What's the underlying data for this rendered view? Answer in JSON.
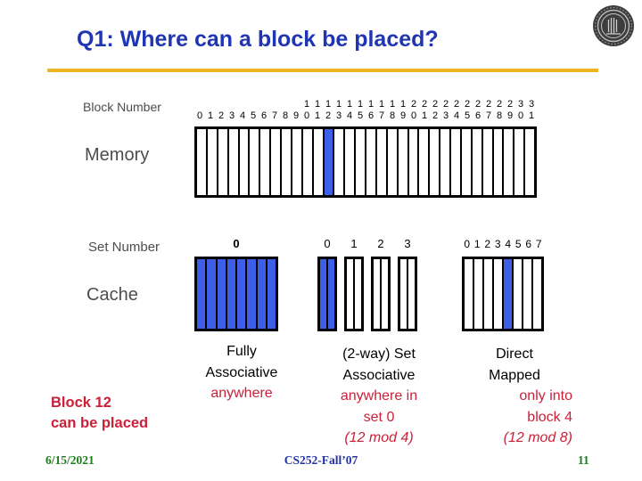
{
  "slide": {
    "title": "Q1: Where can a block be placed?",
    "footer": {
      "date": "6/15/2021",
      "course": "CS252-Fall’07",
      "page": "11"
    }
  },
  "labels": {
    "block_number": "Block Number",
    "memory": "Memory",
    "set_number": "Set Number",
    "cache": "Cache"
  },
  "annotation": {
    "line1": "Block 12",
    "line2": "can be placed"
  },
  "memory": {
    "num_blocks": 32,
    "highlighted_blocks": [
      12
    ]
  },
  "caches": {
    "fully_associative": {
      "set_labels": [
        "0"
      ],
      "num_cells": 8,
      "highlighted_cells": [
        0,
        1,
        2,
        3,
        4,
        5,
        6,
        7
      ]
    },
    "two_way_set_associative": {
      "set_labels": [
        "0",
        "1",
        "2",
        "3"
      ],
      "ways": 2,
      "highlighted_sets": [
        0
      ]
    },
    "direct_mapped": {
      "cell_labels": [
        "0",
        "1",
        "2",
        "3",
        "4",
        "5",
        "6",
        "7"
      ],
      "num_cells": 8,
      "highlighted_cells": [
        4
      ]
    }
  },
  "columns": [
    {
      "black_lines": [
        "Fully",
        "Associative"
      ],
      "red_lines": [
        "anywhere"
      ],
      "italic_line": ""
    },
    {
      "black_lines": [
        "(2-way) Set",
        "Associative"
      ],
      "red_lines": [
        "anywhere in",
        "set 0"
      ],
      "italic_line": "(12 mod 4)"
    },
    {
      "black_lines": [
        "Direct",
        "Mapped"
      ],
      "red_lines": [
        "only into",
        "block 4"
      ],
      "italic_line": "(12 mod 8)"
    }
  ],
  "icons": {
    "logo": "university-seal-icon"
  },
  "colors": {
    "title_blue": "#1F35B4",
    "rule_yellow": "#EDB424",
    "cell_blue": "#3D5FE8",
    "red": "#CC2038",
    "label_gray": "#4D4D4D",
    "footer_green": "#1E7D1E",
    "footer_blue": "#2233A6"
  }
}
